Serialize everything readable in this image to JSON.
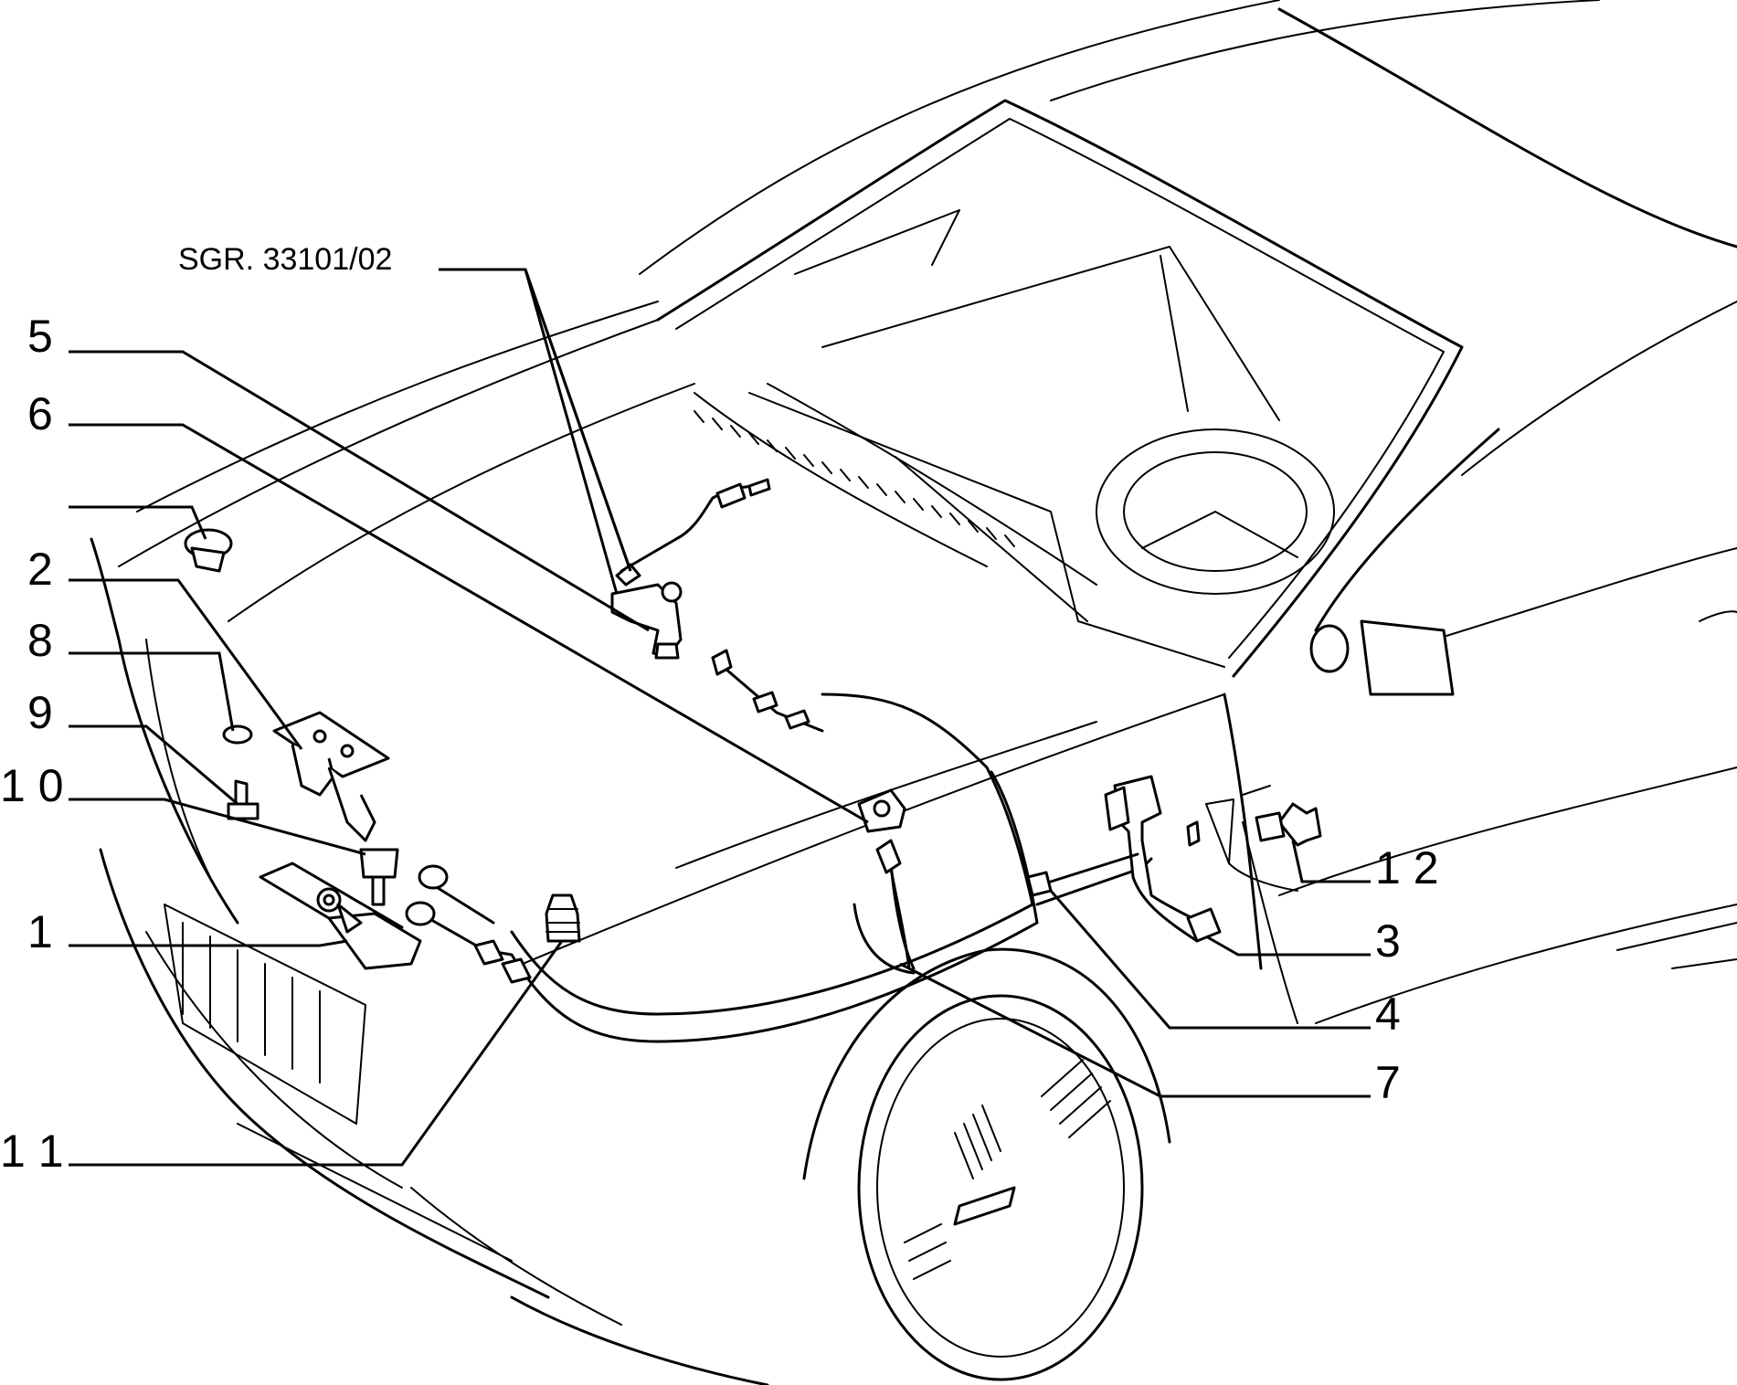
{
  "reference_label": "SGR. 33101/02",
  "callouts": {
    "c1": "1",
    "c2": "2",
    "c3": "3",
    "c4": "4",
    "c5": "5",
    "c6": "6",
    "c7": "7",
    "c8": "8",
    "c9": "9",
    "c10": "1 0",
    "c11": "1 1",
    "c12": "1 2"
  }
}
